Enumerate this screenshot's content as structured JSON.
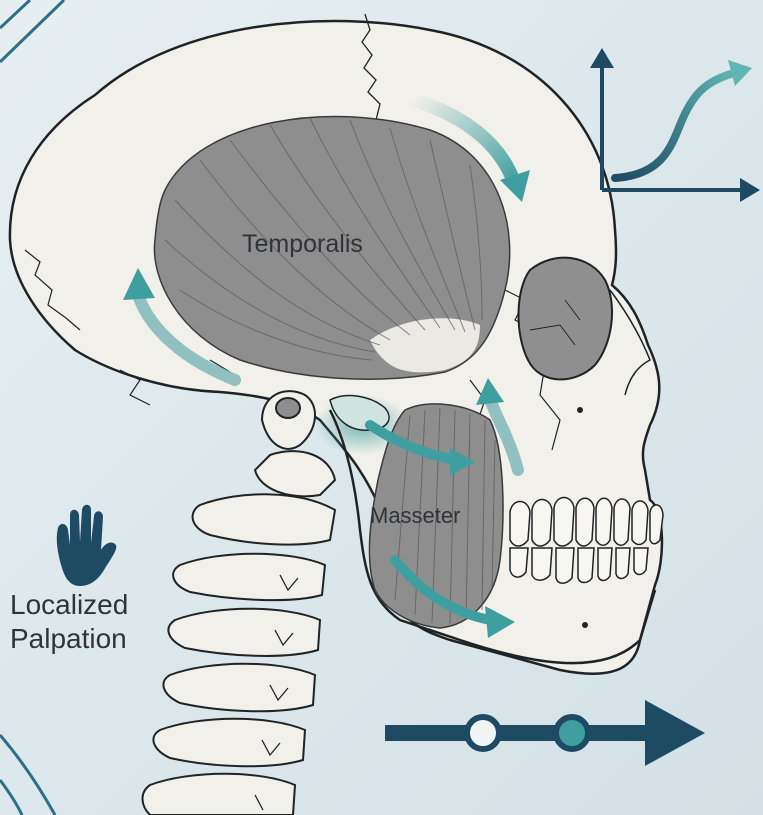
{
  "labels": {
    "temporalis": "Temporalis",
    "masseter": "Masseter",
    "palpation_line1": "Localized",
    "palpation_line2": "Palpation"
  },
  "icons": {
    "hand": "hand-icon",
    "growth_chart": "growth-curve-icon",
    "progress_track": "progress-arrow-icon"
  },
  "colors": {
    "background": "#dfe9ec",
    "bone": "#f1f0ea",
    "bone_outline": "#1f2326",
    "muscle": "#8e8e8e",
    "muscle_fibers": "#5a5a5a",
    "accent_teal": "#3f9ea0",
    "accent_navy": "#1f4a63"
  }
}
